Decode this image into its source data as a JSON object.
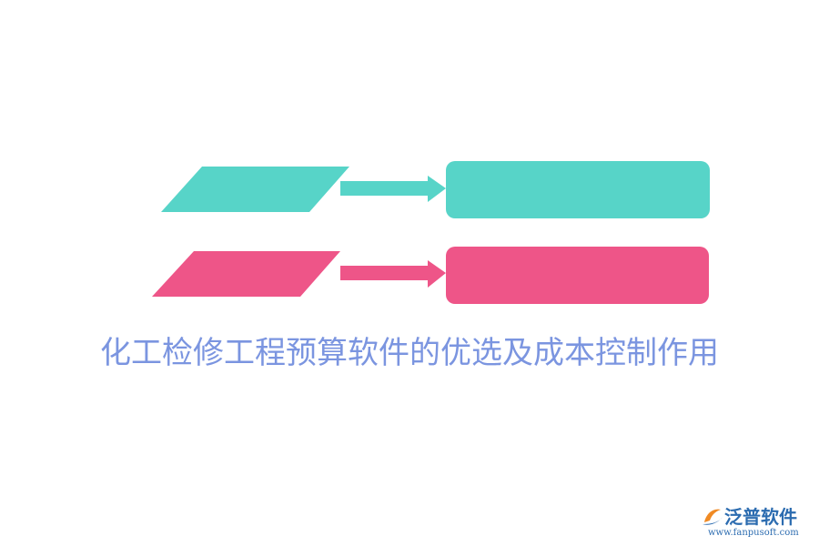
{
  "colors": {
    "teal": "#57d4c8",
    "pink": "#ee5588",
    "title": "#7b95e0",
    "logo_blue": "#2c6cb0",
    "logo_orange": "#f08a24"
  },
  "title": "化工检修工程预算软件的优选及成本控制作用",
  "logo": {
    "name": "泛普软件",
    "url": "www.fanpusoft.com",
    "icon": "fanpu-logo-icon"
  }
}
